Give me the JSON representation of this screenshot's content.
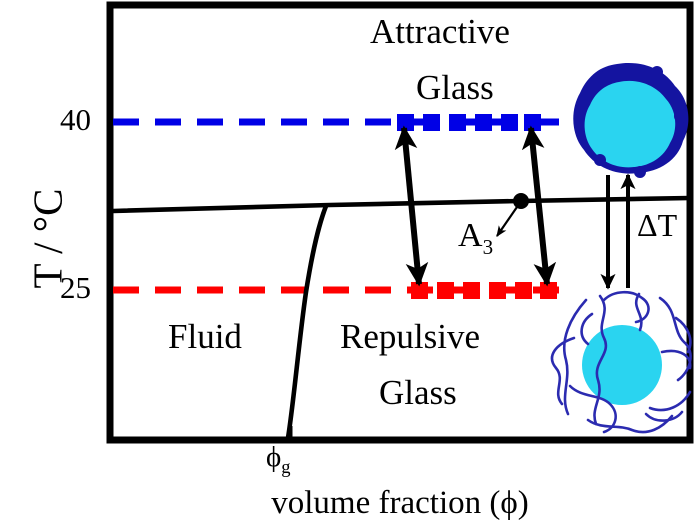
{
  "figure": {
    "title": "Colloidal phase diagram: attractive and repulsive glass",
    "xlabel": "volume fraction (ϕ)",
    "ylabel": "T / °C"
  },
  "axes": {
    "y_ticks": [
      {
        "value": 40,
        "label": "40"
      },
      {
        "value": 25,
        "label": "25"
      }
    ],
    "x_ticks": [
      {
        "label": "ϕ",
        "sub": "g"
      }
    ],
    "frame_color": "#000000"
  },
  "regions": [
    {
      "name": "attractive-glass",
      "line1": "Attractive",
      "line2": "Glass"
    },
    {
      "name": "fluid",
      "line1": "Fluid",
      "line2": ""
    },
    {
      "name": "repulsive-glass",
      "line1": "Repulsive",
      "line2": "Glass"
    }
  ],
  "annotations": {
    "sample_label": "A",
    "sample_sub": "3",
    "delta_t_label": "ΔT"
  },
  "colors": {
    "hot_line": "#0000e6",
    "cold_line": "#ff0000",
    "core": "#2ad4f0",
    "shell": "#1414a0",
    "chain": "#2b2bb0",
    "ink": "#000000"
  },
  "chart_data": {
    "type": "line",
    "title": "Colloidal phase diagram",
    "xlabel": "volume fraction (ϕ)",
    "ylabel": "T / °C",
    "ylim": [
      10,
      48
    ],
    "xlim": [
      0,
      1
    ],
    "grid": false,
    "legend": null,
    "series": [
      {
        "name": "attractive glass line",
        "style": "solid",
        "color": "#000000",
        "comment": "gently rising boundary separating fluid from attractive glass",
        "points": [
          [
            0.0,
            35.6
          ],
          [
            0.5,
            36.6
          ],
          [
            0.72,
            37.1
          ],
          [
            1.0,
            37.4
          ]
        ]
      },
      {
        "name": "repulsive glass line",
        "style": "solid",
        "color": "#000000",
        "comment": "steeply rising boundary at the glass volume fraction",
        "points": [
          [
            0.305,
            10.0
          ],
          [
            0.315,
            16.0
          ],
          [
            0.325,
            22.0
          ],
          [
            0.338,
            28.0
          ],
          [
            0.352,
            33.0
          ],
          [
            0.362,
            36.8
          ]
        ]
      },
      {
        "name": "T = 40 C isotherm",
        "style": "dashed",
        "color": "#0000e6",
        "marker": "square",
        "y": 40,
        "marker_x": [
          0.5,
          0.545,
          0.59,
          0.635,
          0.68,
          0.725
        ]
      },
      {
        "name": "T = 25 C isotherm",
        "style": "dashed",
        "color": "#ff0000",
        "marker": "square",
        "y": 25,
        "marker_x": [
          0.525,
          0.57,
          0.615,
          0.66,
          0.705,
          0.748
        ]
      }
    ],
    "annotations": [
      {
        "text": "Attractive Glass",
        "x": 0.62,
        "y": 45.5
      },
      {
        "text": "Fluid",
        "x": 0.18,
        "y": 20.5
      },
      {
        "text": "Repulsive Glass",
        "x": 0.52,
        "y": 19.0
      },
      {
        "text": "A3",
        "x": 0.64,
        "y": 31.5,
        "points_to": [
          0.735,
          36.9
        ]
      },
      {
        "text": "ΔT",
        "x": 0.93,
        "y": 31.0
      }
    ],
    "arrows": [
      {
        "from": [
          0.512,
          40
        ],
        "to": [
          0.535,
          25
        ],
        "double": true
      },
      {
        "from": [
          0.725,
          40
        ],
        "to": [
          0.753,
          25
        ],
        "double": true
      }
    ]
  }
}
